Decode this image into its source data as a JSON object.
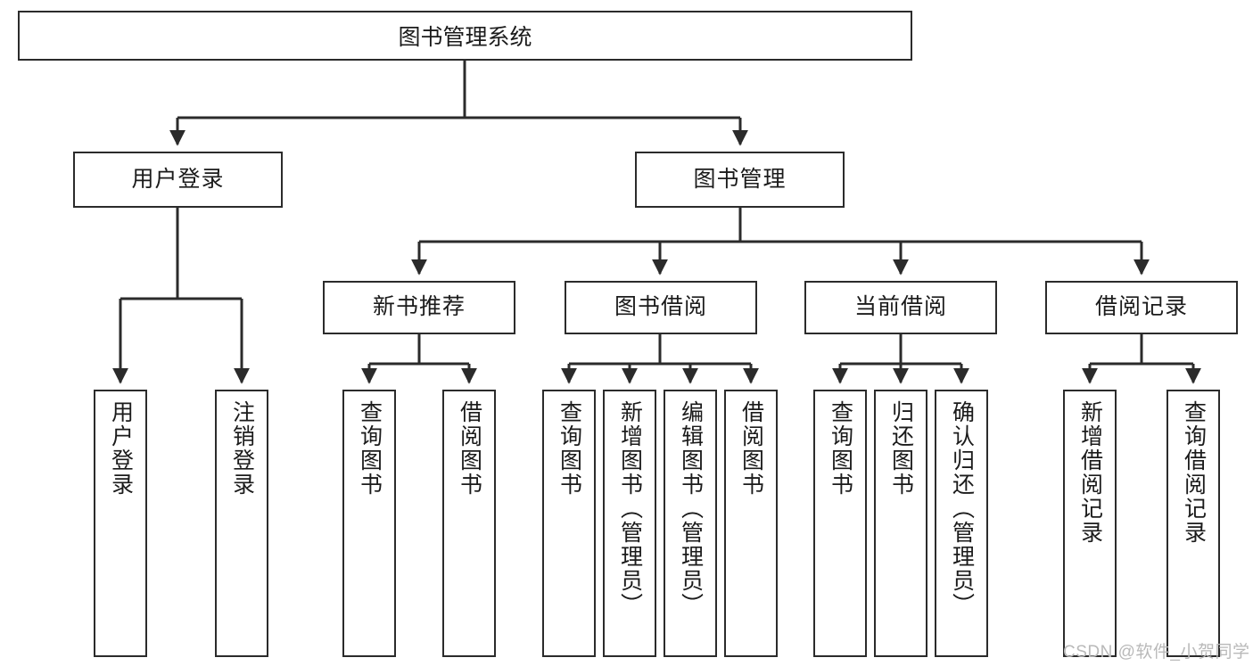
{
  "diagram": {
    "title": "图书管理系统",
    "type": "tree-hierarchy",
    "stroke_color": "#2b2b2b",
    "fill_color": "#ffffff",
    "text_color": "#1b1b1b"
  },
  "root": {
    "label": "图书管理系统"
  },
  "level2": [
    {
      "label": "用户登录"
    },
    {
      "label": "图书管理"
    }
  ],
  "level3": [
    {
      "label": "新书推荐"
    },
    {
      "label": "图书借阅"
    },
    {
      "label": "当前借阅"
    },
    {
      "label": "借阅记录"
    }
  ],
  "leaves": {
    "user_login": [
      {
        "label": "用户登录"
      },
      {
        "label": "注销登录"
      }
    ],
    "new_book_recommend": [
      {
        "label": "查询图书"
      },
      {
        "label": "借阅图书"
      }
    ],
    "book_borrow": [
      {
        "label": "查询图书"
      },
      {
        "label": "新增图书（管理员）"
      },
      {
        "label": "编辑图书（管理员）"
      },
      {
        "label": "借阅图书"
      }
    ],
    "current_borrow": [
      {
        "label": "查询图书"
      },
      {
        "label": "归还图书"
      },
      {
        "label": "确认归还（管理员）"
      }
    ],
    "borrow_record": [
      {
        "label": "新增借阅记录"
      },
      {
        "label": "查询借阅记录"
      }
    ]
  },
  "watermark": {
    "text": "CSDN @软件_小贺同学"
  }
}
